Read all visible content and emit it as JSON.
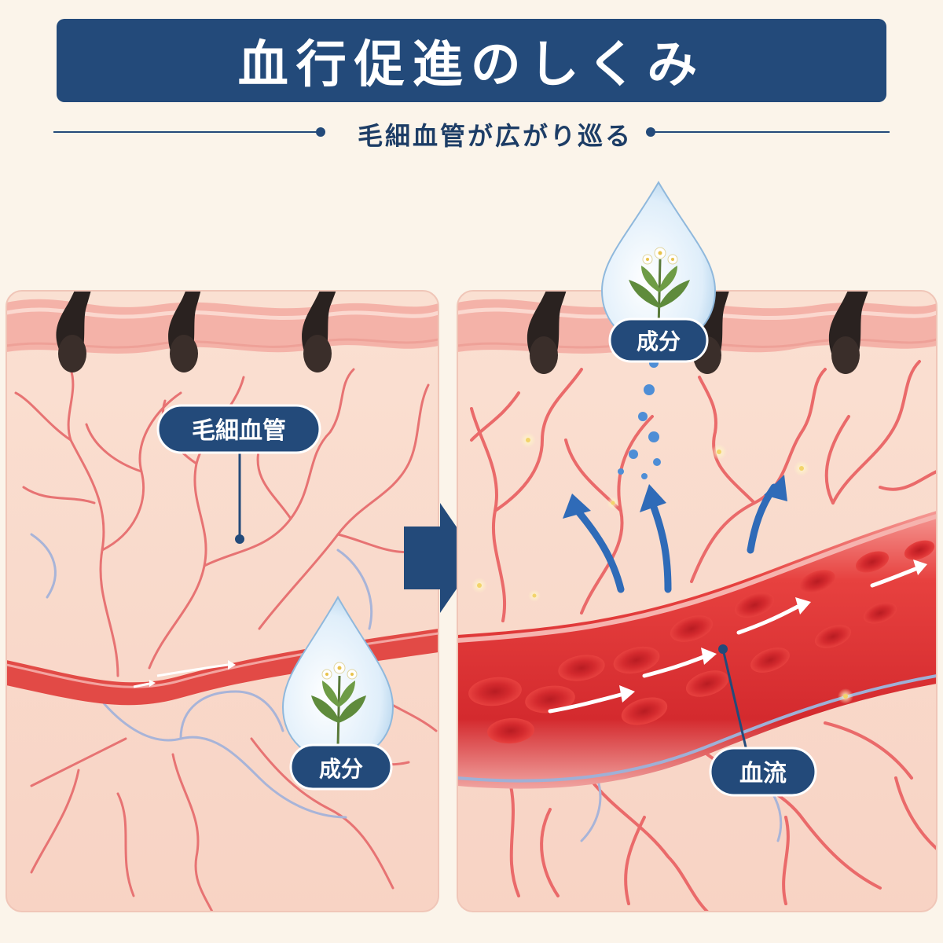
{
  "title": "血行促進のしくみ",
  "subtitle": "毛細血管が広がり巡る",
  "labels": {
    "capillary": "毛細血管",
    "ingredient_left": "成分",
    "ingredient_right": "成分",
    "blood_flow": "血流"
  },
  "colors": {
    "navy": "#234a7a",
    "skin": "#fbe3d6",
    "vessel_red": "#e23a3a",
    "vein_blue": "#9fb0d6",
    "arrow_blue": "#2f6bb8"
  }
}
